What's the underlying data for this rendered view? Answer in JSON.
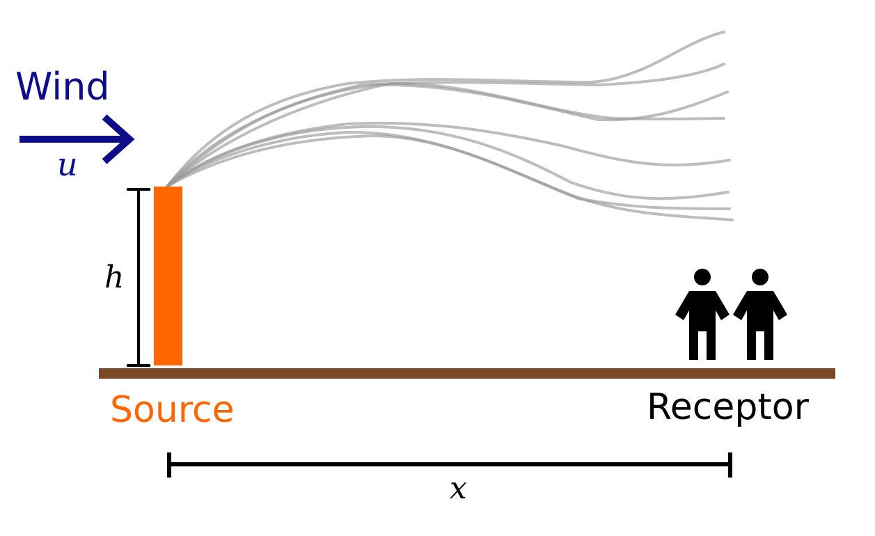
{
  "labels": {
    "wind": "Wind",
    "wind_speed_symbol": "u",
    "stack_height_symbol": "h",
    "source": "Source",
    "receptor": "Receptor",
    "distance_symbol": "x"
  },
  "colors": {
    "wind": "#0d0d8a",
    "source": "#ff6600",
    "ground": "#7a4a26",
    "plume": "#9a9a9a",
    "text": "#000000"
  },
  "icons": {
    "wind_arrow": "arrow-right-icon",
    "receptor": "two-people-icon"
  }
}
